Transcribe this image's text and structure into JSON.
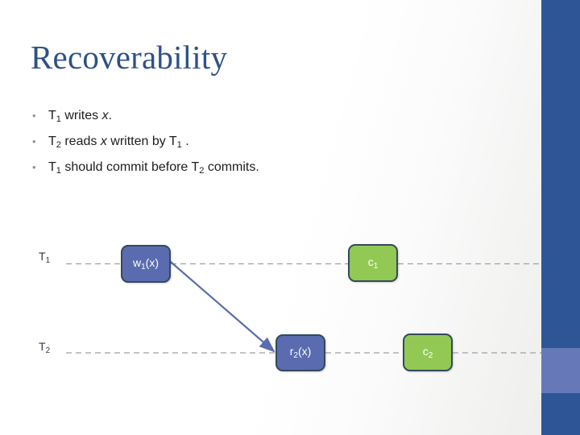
{
  "slide": {
    "title": "Recoverability",
    "theme": {
      "title_color": "#2E5186",
      "band_color": "#2E5696",
      "band_accent_color": "#6678B8",
      "node_blue": "#5A6CAF",
      "node_green": "#92C954",
      "node_border": "#34495C",
      "lifeline_color": "#9BA0A8",
      "arrow_color": "#5A6CAF"
    }
  },
  "bullets": [
    {
      "marker": "•",
      "segments": [
        {
          "text": "T",
          "style": "normal"
        },
        {
          "text": "1",
          "style": "sub"
        },
        {
          "text": " writes ",
          "style": "normal"
        },
        {
          "text": "x",
          "style": "italic"
        },
        {
          "text": ".",
          "style": "normal"
        }
      ],
      "plain": "T1 writes x."
    },
    {
      "marker": "•",
      "segments": [
        {
          "text": "T",
          "style": "normal"
        },
        {
          "text": "2",
          "style": "sub"
        },
        {
          "text": " reads ",
          "style": "normal"
        },
        {
          "text": "x",
          "style": "italic"
        },
        {
          "text": " written by T",
          "style": "normal"
        },
        {
          "text": "1",
          "style": "sub"
        },
        {
          "text": " .",
          "style": "normal"
        }
      ],
      "plain": "T2 reads x written by T1 ."
    },
    {
      "marker": "•",
      "segments": [
        {
          "text": "T",
          "style": "normal"
        },
        {
          "text": "1",
          "style": "sub"
        },
        {
          "text": " should commit before T",
          "style": "normal"
        },
        {
          "text": "2",
          "style": "sub"
        },
        {
          "text": " commits.",
          "style": "normal"
        }
      ],
      "plain": "T1 should commit before T2 commits."
    }
  ],
  "diagram": {
    "lanes": [
      {
        "id": "t1",
        "label_base": "T",
        "label_sub": "1"
      },
      {
        "id": "t2",
        "label_base": "T",
        "label_sub": "2"
      }
    ],
    "nodes": [
      {
        "id": "w1",
        "lane": "t1",
        "base": "w",
        "sub": "1",
        "suffix": "(x)",
        "kind": "operation",
        "color": "#5A6CAF"
      },
      {
        "id": "c1",
        "lane": "t1",
        "base": "c",
        "sub": "1",
        "suffix": "",
        "kind": "commit",
        "color": "#92C954"
      },
      {
        "id": "r2",
        "lane": "t2",
        "base": "r",
        "sub": "2",
        "suffix": "(x)",
        "kind": "operation",
        "color": "#5A6CAF"
      },
      {
        "id": "c2",
        "lane": "t2",
        "base": "c",
        "sub": "2",
        "suffix": "",
        "kind": "commit",
        "color": "#92C954"
      }
    ],
    "dependency_arrow": {
      "from": "w1",
      "to": "r2"
    }
  }
}
